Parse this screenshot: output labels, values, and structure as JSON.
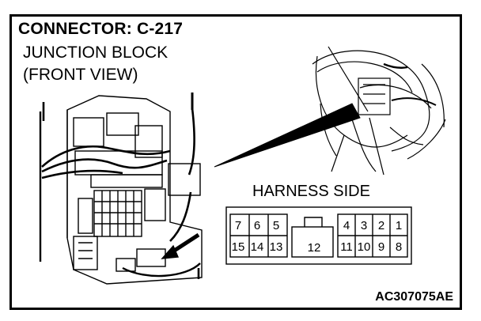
{
  "diagram": {
    "title": "CONNECTOR: C-217",
    "subtitle_lines": [
      "JUNCTION BLOCK",
      "(FRONT VIEW)"
    ],
    "harness_label": "HARNESS SIDE",
    "figure_code": "AC307075AE",
    "connector": {
      "top_row_left": [
        "7",
        "6",
        "5"
      ],
      "center_pin": "12",
      "top_row_right": [
        "4",
        "3",
        "2",
        "1"
      ],
      "bottom_row_left": [
        "15",
        "14",
        "13"
      ],
      "bottom_row_right": [
        "11",
        "10",
        "9",
        "8"
      ]
    }
  }
}
